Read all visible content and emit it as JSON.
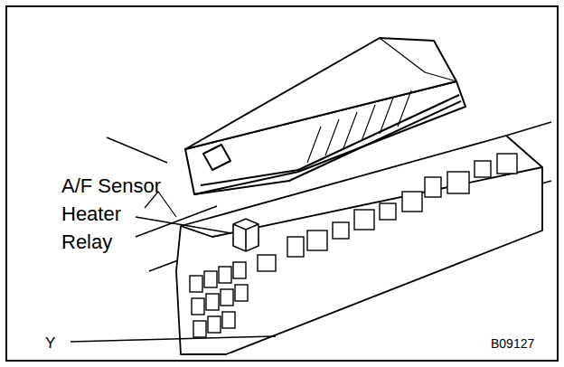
{
  "diagram": {
    "labels": [
      "A/F Sensor Heater Relay",
      "Y",
      "B09127"
    ]
  }
}
